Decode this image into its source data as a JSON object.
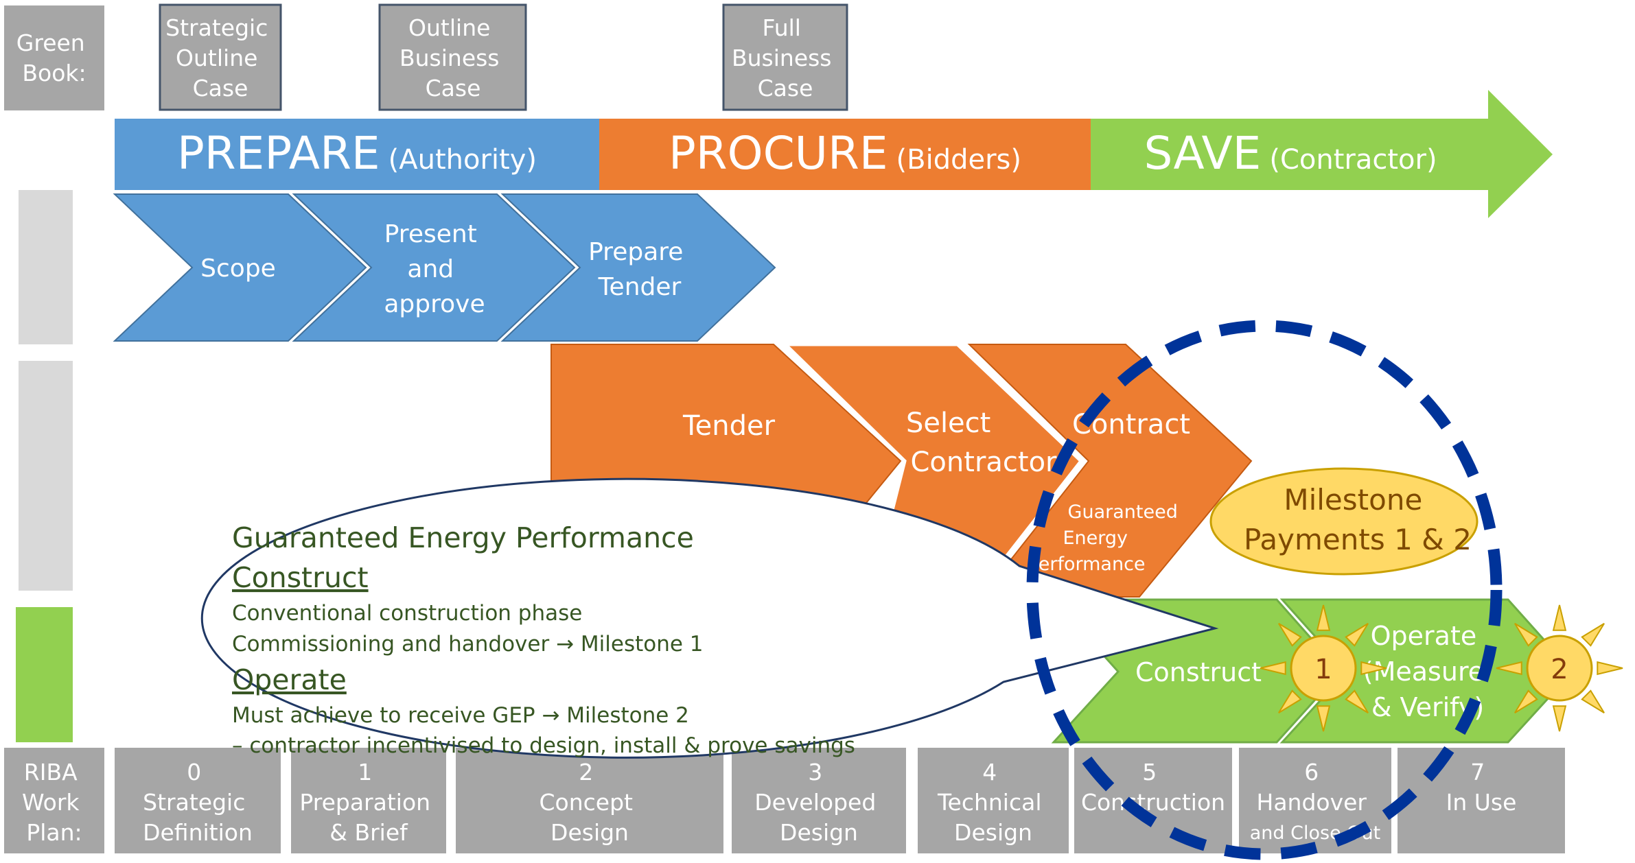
{
  "green_book": {
    "label": [
      "Green",
      "Book:"
    ],
    "boxes": [
      [
        "Strategic",
        "Outline",
        "Case"
      ],
      [
        "Outline",
        "Business",
        "Case"
      ],
      [
        "Full",
        "Business",
        "Case"
      ]
    ]
  },
  "phases": {
    "prepare": {
      "title": "PREPARE",
      "sub": "(Authority)"
    },
    "procure": {
      "title": "PROCURE",
      "sub": "(Bidders)"
    },
    "save": {
      "title": "SAVE",
      "sub": "(Contractor)"
    }
  },
  "prepare_steps": {
    "scope": [
      "Scope"
    ],
    "present": [
      "Present",
      "and",
      "approve"
    ],
    "tender_prep": [
      "Prepare",
      "Tender"
    ]
  },
  "procure_steps": {
    "tender": [
      "Tender"
    ],
    "select": [
      "Select",
      "Contractor"
    ],
    "contract": [
      "Contract"
    ],
    "contract_sub": [
      "Guaranteed",
      "Energy",
      "Performance"
    ]
  },
  "save_steps": {
    "construct": [
      "Construct"
    ],
    "operate": [
      "Operate",
      "(Measure",
      "& Verify)"
    ]
  },
  "milestone": [
    "Milestone",
    "Payments 1 & 2"
  ],
  "sun_labels": [
    "1",
    "2"
  ],
  "callout": {
    "title": "Guaranteed Energy Performance",
    "construct_heading": "Construct",
    "construct_lines": [
      "Conventional construction phase",
      "Commissioning and handover → Milestone 1"
    ],
    "operate_heading": "Operate",
    "operate_lines": [
      "Must achieve to receive GEP → Milestone 2",
      "– contractor incentivised to design, install & prove savings"
    ]
  },
  "riba": {
    "label": [
      "RIBA",
      "Work",
      "Plan:"
    ],
    "stages": [
      [
        "0",
        "Strategic",
        "Definition"
      ],
      [
        "1",
        "Preparation",
        "& Brief"
      ],
      [
        "2",
        "Concept",
        "Design"
      ],
      [
        "3",
        "Developed",
        "Design"
      ],
      [
        "4",
        "Technical",
        "Design"
      ],
      [
        "5",
        "Construction"
      ],
      [
        "6",
        "Handover",
        "and Close Out"
      ],
      [
        "7",
        "In Use"
      ]
    ]
  },
  "colors": {
    "blue": "#5b9bd5",
    "orange": "#ed7d31",
    "green": "#92d050",
    "gray": "#a6a6a6",
    "light_gray": "#d9d9d9",
    "dark_green_text": "#375623",
    "navy": "#003399",
    "yellow": "#ffd966",
    "sun": "#ffd966",
    "sun_ray": "#ffc000"
  }
}
